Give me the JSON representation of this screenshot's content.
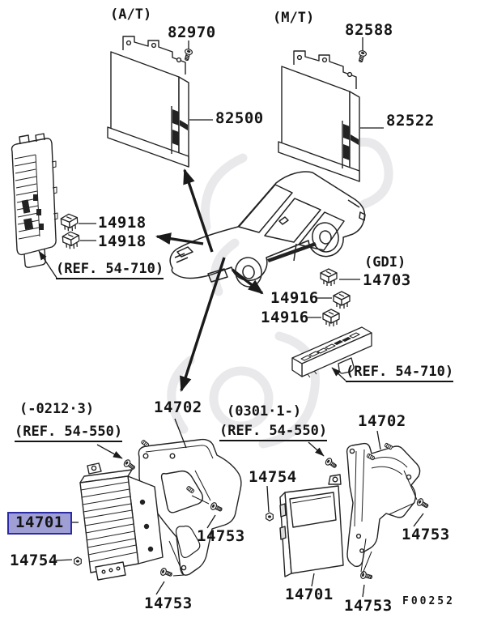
{
  "figure": {
    "code": "F00252"
  },
  "highlight": {
    "bg": "#9f9fd6",
    "border": "#2b2ba6",
    "part": "14701"
  },
  "labels": {
    "variant_at": "(A/T)",
    "variant_mt": "(M/T)",
    "variant_gdi": "(GDI)",
    "bolt_at": "82970",
    "ecu_at": "82500",
    "bolt_mt": "82588",
    "ecu_mt": "82522",
    "relay_14918": "14918",
    "ref_54_710": "(REF. 54-710)",
    "relay_14703": "14703",
    "relay_14916": "14916",
    "range_early": "(-0212·3)",
    "range_late": "(0301·1-)",
    "ref_54_550": "(REF. 54-550)",
    "bracket_14702": "14702",
    "ecm_14701": "14701",
    "nut_14754": "14754",
    "bolt_14753": "14753"
  }
}
